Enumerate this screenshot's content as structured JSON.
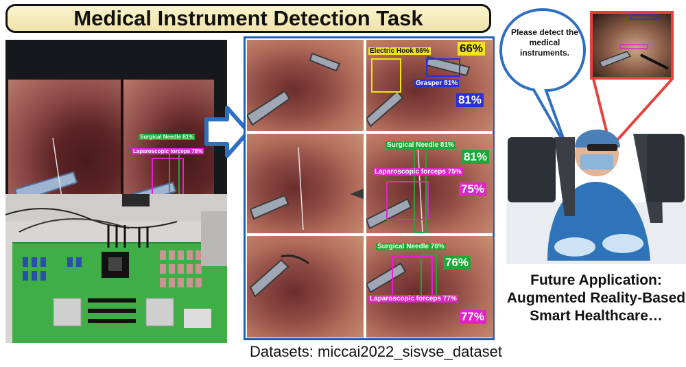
{
  "title": "Medical Instrument Detection Task",
  "monitor_labels": {
    "needle": "Surgical Needle 81%",
    "forceps": "Laparoscopic forceps 78%"
  },
  "grid": {
    "row1": {
      "hook_label": "Electric Hook 66%",
      "hook_pct": "66%",
      "grasper_label": "Grasper 81%",
      "grasper_pct": "81%"
    },
    "row2": {
      "needle_label": "Surgical Needle 81%",
      "needle_pct": "81%",
      "forceps_label": "Laparoscopic forceps 75%",
      "forceps_pct": "75%"
    },
    "row3": {
      "needle_label": "Surgical Needle 76%",
      "needle_pct": "76%",
      "forceps_label": "Laparoscopic forceps 77%",
      "forceps_pct": "77%"
    }
  },
  "dataset": "Datasets: miccai2022_sisvse_dataset",
  "bubble": "Please detect the medical instruments.",
  "future": "Future Application: Augmented Reality-Based Smart Healthcare…",
  "colors": {
    "arrow": "#2e6fbf",
    "grid_border": "#1f5fb5",
    "hook": "#f2e31b",
    "grasper": "#2b2fd6",
    "needle": "#1fa83a",
    "forceps": "#e024c8",
    "callout": "#e8413d"
  }
}
